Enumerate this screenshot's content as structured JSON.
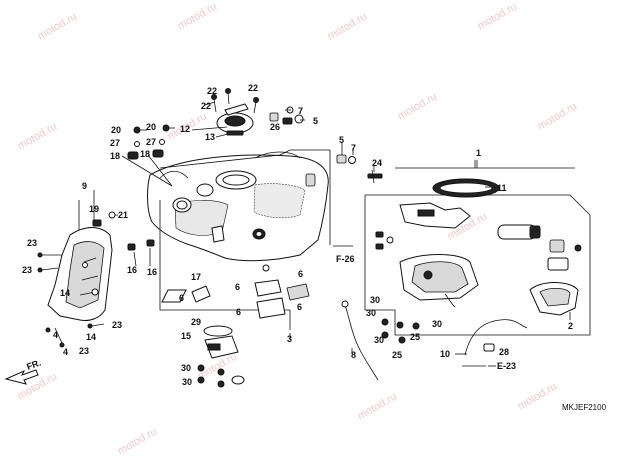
{
  "watermark": "motod.ru",
  "diagram_code": "MKJEF2100",
  "direction_label": "FR.",
  "references": {
    "f26": "F-26",
    "e23": "E-23"
  },
  "callouts": {
    "c1": "1",
    "c2": "2",
    "c3": "3",
    "c4a": "4",
    "c4b": "4",
    "c5a": "5",
    "c5b": "5",
    "c6a": "6",
    "c6b": "6",
    "c6c": "6",
    "c6d": "6",
    "c6e": "6",
    "c7a": "7",
    "c7b": "7",
    "c8": "8",
    "c9": "9",
    "c10": "10",
    "c11": "11",
    "c12": "12",
    "c13": "13",
    "c14a": "14",
    "c14b": "14",
    "c15": "15",
    "c16a": "16",
    "c16b": "16",
    "c17": "17",
    "c18a": "18",
    "c18b": "18",
    "c19": "19",
    "c20a": "20",
    "c20b": "20",
    "c21": "21",
    "c22a": "22",
    "c22b": "22",
    "c22c": "22",
    "c23a": "23",
    "c23b": "23",
    "c23c": "23",
    "c23d": "23",
    "c24": "24",
    "c25a": "25",
    "c25b": "25",
    "c26": "26",
    "c27a": "27",
    "c27b": "27",
    "c28": "28",
    "c29": "29",
    "c30a": "30",
    "c30b": "30",
    "c30c": "30",
    "c30d": "30",
    "c30e": "30",
    "c30f": "30"
  }
}
